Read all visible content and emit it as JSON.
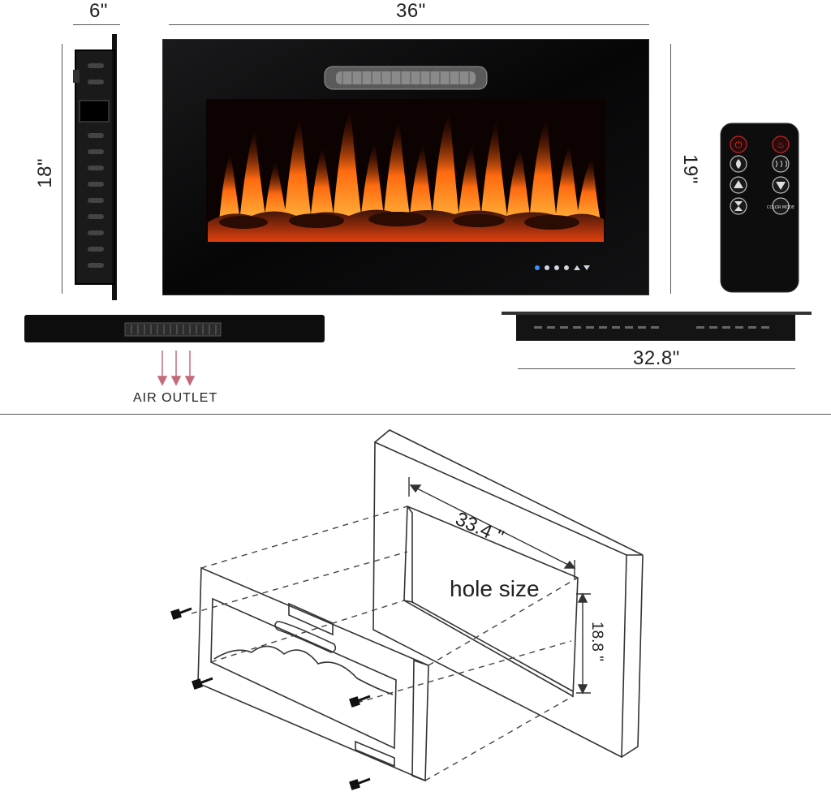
{
  "dimensions": {
    "depth": "6\"",
    "width": "36\"",
    "height": "18\"",
    "overall_height": "19\"",
    "bottom_width": "32.8\"",
    "hole_width": "33.4 \"",
    "hole_height": "18.8 \""
  },
  "labels": {
    "air_outlet": "AIR OUTLET",
    "hole_size": "hole size",
    "remote_color_mode": "COLOR MODE"
  },
  "colors": {
    "frame": "#0b0b0c",
    "flame": "#ff7a10",
    "ember": "#c4300a",
    "remote_red": "#c0262a",
    "arrow": "#c46a78",
    "line": "#333333"
  },
  "control_icons": [
    "power-icon",
    "timer-icon",
    "flame-icon",
    "heat-icon",
    "up-icon",
    "down-icon"
  ],
  "remote_buttons": [
    "power-icon",
    "heater-icon",
    "flame-icon",
    "heat-wave-icon",
    "up-icon",
    "down-icon",
    "timer-icon",
    "color-mode-icon"
  ]
}
